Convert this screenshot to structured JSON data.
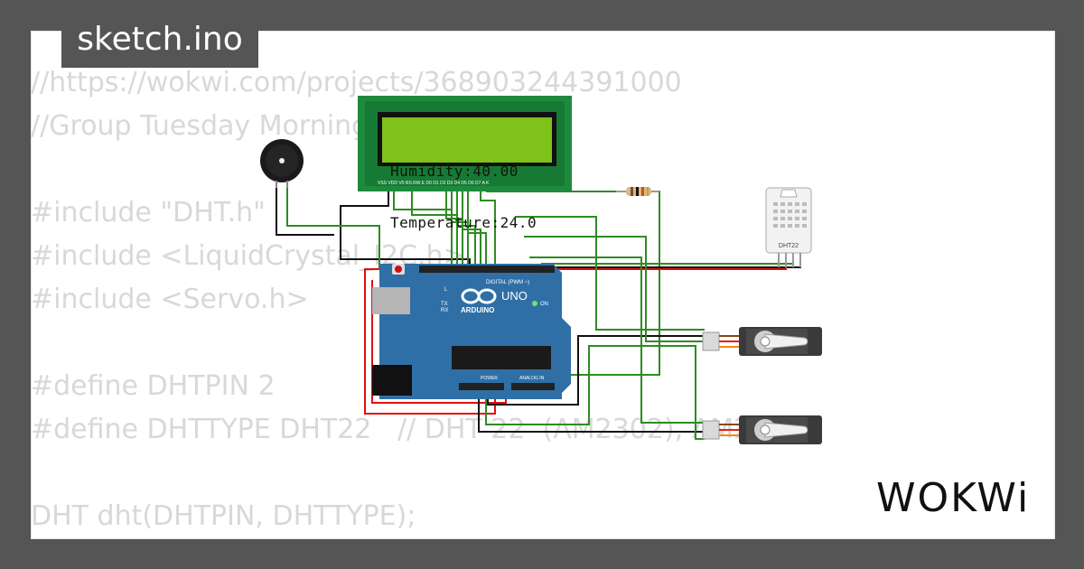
{
  "file_tab": {
    "label": "sketch.ino"
  },
  "brand": {
    "name": "WOKWi"
  },
  "code_lines": [
    "//https://wokwi.com/projects/368903244391000",
    "//Group Tuesday Morning",
    "",
    "#include \"DHT.h\"",
    "#include <LiquidCrystal_I2C.h>",
    "#include <Servo.h>",
    "",
    "#define DHTPIN 2",
    "#define DHTTYPE DHT22   // DHT 22  (AM2302), AM2321",
    "",
    "DHT dht(DHTPIN, DHTTYPE);"
  ],
  "lcd": {
    "line1": "Humidity:40.00",
    "line2": "Temperature:24.0",
    "pin_labels": "VSS VDD V0 RS RW E D0 D1 D2 D3 D4 D5 D6 D7 A K"
  },
  "arduino": {
    "brand": "ARDUINO",
    "model": "UNO",
    "digital_label": "DIGITAL (PWM ~)",
    "power_label": "POWER",
    "analog_label": "ANALOG IN",
    "on_label": "ON",
    "tx_label": "TX",
    "rx_label": "RX",
    "l_label": "L"
  },
  "dht": {
    "label": "DHT22"
  },
  "colors": {
    "wire_green": "#2e8b23",
    "wire_black": "#111111",
    "wire_red": "#e01010",
    "lcd_bg": "#7fc21c",
    "board": "#2f6fa6",
    "background": "#555555"
  }
}
